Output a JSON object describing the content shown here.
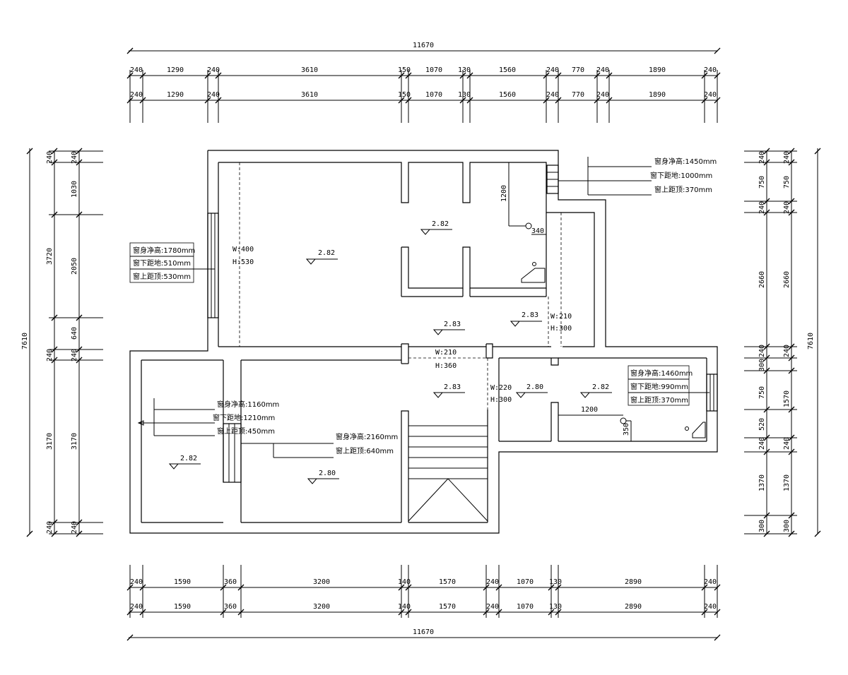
{
  "dimensions": {
    "top": {
      "overall": "11670",
      "row1": [
        "240",
        "1290",
        "240",
        "3610",
        "150",
        "1070",
        "130",
        "1560",
        "240",
        "770",
        "240",
        "1890",
        "240"
      ],
      "row2": [
        "240",
        "1290",
        "240",
        "3610",
        "150",
        "1070",
        "130",
        "1560",
        "240",
        "770",
        "240",
        "1890",
        "240"
      ]
    },
    "bottom": {
      "overall": "11670",
      "row1": [
        "240",
        "1590",
        "360",
        "3200",
        "140",
        "1570",
        "240",
        "1070",
        "130",
        "2890",
        "240"
      ],
      "row2": [
        "240",
        "1590",
        "360",
        "3200",
        "140",
        "1570",
        "240",
        "1070",
        "130",
        "2890",
        "240"
      ]
    },
    "left": {
      "overall": "7610",
      "mid": [
        "240",
        "3720",
        "240",
        "3170",
        "240"
      ],
      "inner": [
        "240",
        "1030",
        "2050",
        "640",
        "240",
        "3170",
        "240"
      ]
    },
    "right": {
      "overall": "7610",
      "inner": [
        "240",
        "750",
        "240",
        "2660",
        "240",
        "300",
        "750",
        "520",
        "240",
        "1370",
        "300"
      ],
      "mid": [
        "240",
        "750",
        "240",
        "2660",
        "240",
        "1570",
        "240",
        "1370",
        "300"
      ]
    }
  },
  "heights": [
    "2.82",
    "2.82",
    "2.83",
    "2.83",
    "2.83",
    "2.80",
    "2.82",
    "2.82",
    "2.80"
  ],
  "openings": [
    "W:400",
    "H:530",
    "W:210",
    "H:300",
    "W:210",
    "H:360",
    "W:220",
    "H:300"
  ],
  "room_dims": [
    "1200",
    "340",
    "1200",
    "350"
  ],
  "windows": [
    [
      "窗身净高:1450mm",
      "窗下距地:1000mm",
      "窗上距顶:370mm"
    ],
    [
      "窗身净高:1780mm",
      "窗下距地:510mm",
      "窗上距顶:530mm"
    ],
    [
      "窗身净高:1460mm",
      "窗下距地:990mm",
      "窗上距顶:370mm"
    ],
    [
      "窗身净高:1160mm",
      "窗下距地:1210mm",
      "窗上距顶:450mm"
    ],
    [
      "窗身净高:2160mm",
      "窗上距顶:640mm"
    ]
  ]
}
